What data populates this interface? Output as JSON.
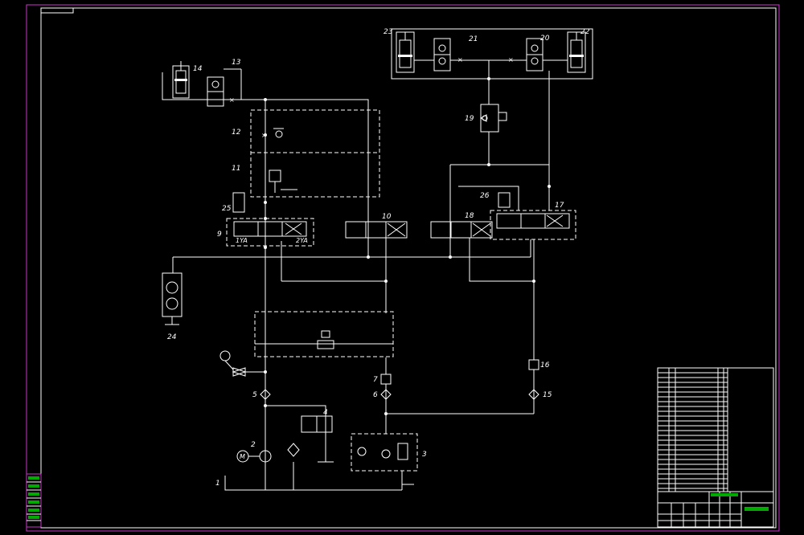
{
  "components": [
    {
      "id": "c1",
      "label": "1"
    },
    {
      "id": "c2",
      "label": "2"
    },
    {
      "id": "c3",
      "label": "3"
    },
    {
      "id": "c4",
      "label": "4"
    },
    {
      "id": "c5",
      "label": "5"
    },
    {
      "id": "c6",
      "label": "6"
    },
    {
      "id": "c7",
      "label": "7"
    },
    {
      "id": "c9",
      "label": "9"
    },
    {
      "id": "c10",
      "label": "10"
    },
    {
      "id": "c11",
      "label": "11"
    },
    {
      "id": "c12",
      "label": "12"
    },
    {
      "id": "c13",
      "label": "13"
    },
    {
      "id": "c14",
      "label": "14"
    },
    {
      "id": "c15",
      "label": "15"
    },
    {
      "id": "c16",
      "label": "16"
    },
    {
      "id": "c17",
      "label": "17"
    },
    {
      "id": "c18",
      "label": "18"
    },
    {
      "id": "c19",
      "label": "19"
    },
    {
      "id": "c20",
      "label": "20"
    },
    {
      "id": "c21",
      "label": "21"
    },
    {
      "id": "c22",
      "label": "22"
    },
    {
      "id": "c23",
      "label": "23"
    },
    {
      "id": "c24",
      "label": "24"
    },
    {
      "id": "c25",
      "label": "25"
    },
    {
      "id": "c26",
      "label": "26"
    }
  ],
  "solenoids": {
    "left": "1YA",
    "right": "2YA"
  },
  "motor_symbol": "M",
  "colors": {
    "background": "#000000",
    "lines": "#ffffff",
    "frame": "#cc33cc",
    "title_text": "#00ff00"
  }
}
